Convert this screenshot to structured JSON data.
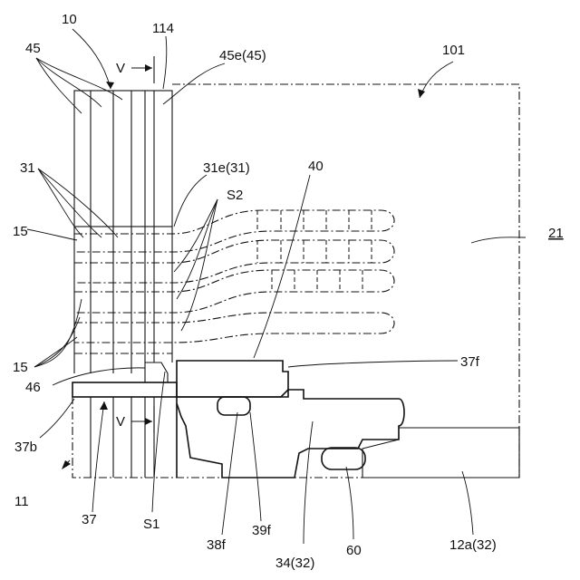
{
  "labels": {
    "l10": "10",
    "l114": "114",
    "l45": "45",
    "l45e": "45e(45)",
    "l101": "101",
    "lV_top": "V",
    "l31": "31",
    "l31e": "31e(31)",
    "l40": "40",
    "lS2": "S2",
    "l15_top": "15",
    "l21": "21",
    "l15_bottom": "15",
    "l37f": "37f",
    "l46": "46",
    "l37b": "37b",
    "lV_bottom": "V",
    "l11": "11",
    "l37": "37",
    "lS1": "S1",
    "l38f": "38f",
    "l39f": "39f",
    "l34": "34(32)",
    "l60": "60",
    "l12a": "12a(32)"
  }
}
